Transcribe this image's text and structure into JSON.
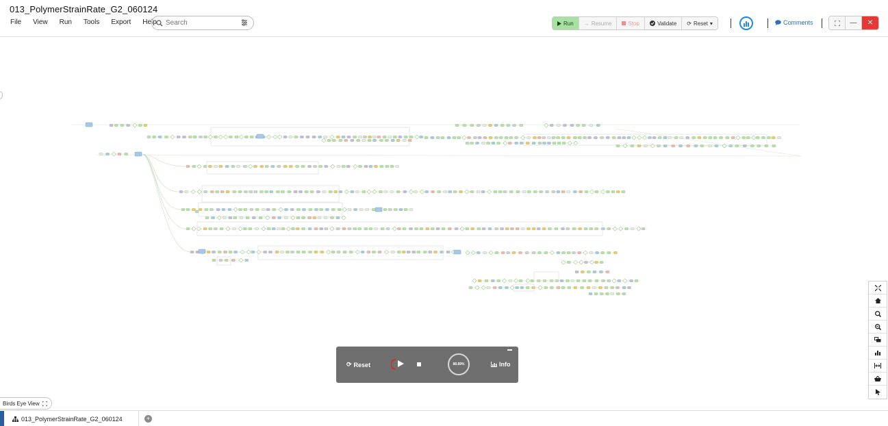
{
  "window": {
    "title": "013_PolymerStrainRate_G2_060124"
  },
  "menu": [
    "File",
    "View",
    "Run",
    "Tools",
    "Export",
    "Help"
  ],
  "search": {
    "placeholder": "Search"
  },
  "toolbar": {
    "run_label": "Run",
    "resume_label": "Resume",
    "stop_label": "Stop",
    "validate_label": "Validate",
    "reset_label": "Reset"
  },
  "comments_label": "Comments",
  "run_panel": {
    "reset_label": "Reset",
    "progress_text": "88.89%",
    "info_label": "Info"
  },
  "birds_eye_label": "Birds Eye View",
  "bottom_tab": {
    "label": "013_PolymerStrainRate_G2_060124"
  },
  "colors": {
    "run_green": "#a6e3a0",
    "close_red": "#e53935",
    "accent_blue": "#1e88e5",
    "panel_gray": "#6f6f6f"
  }
}
